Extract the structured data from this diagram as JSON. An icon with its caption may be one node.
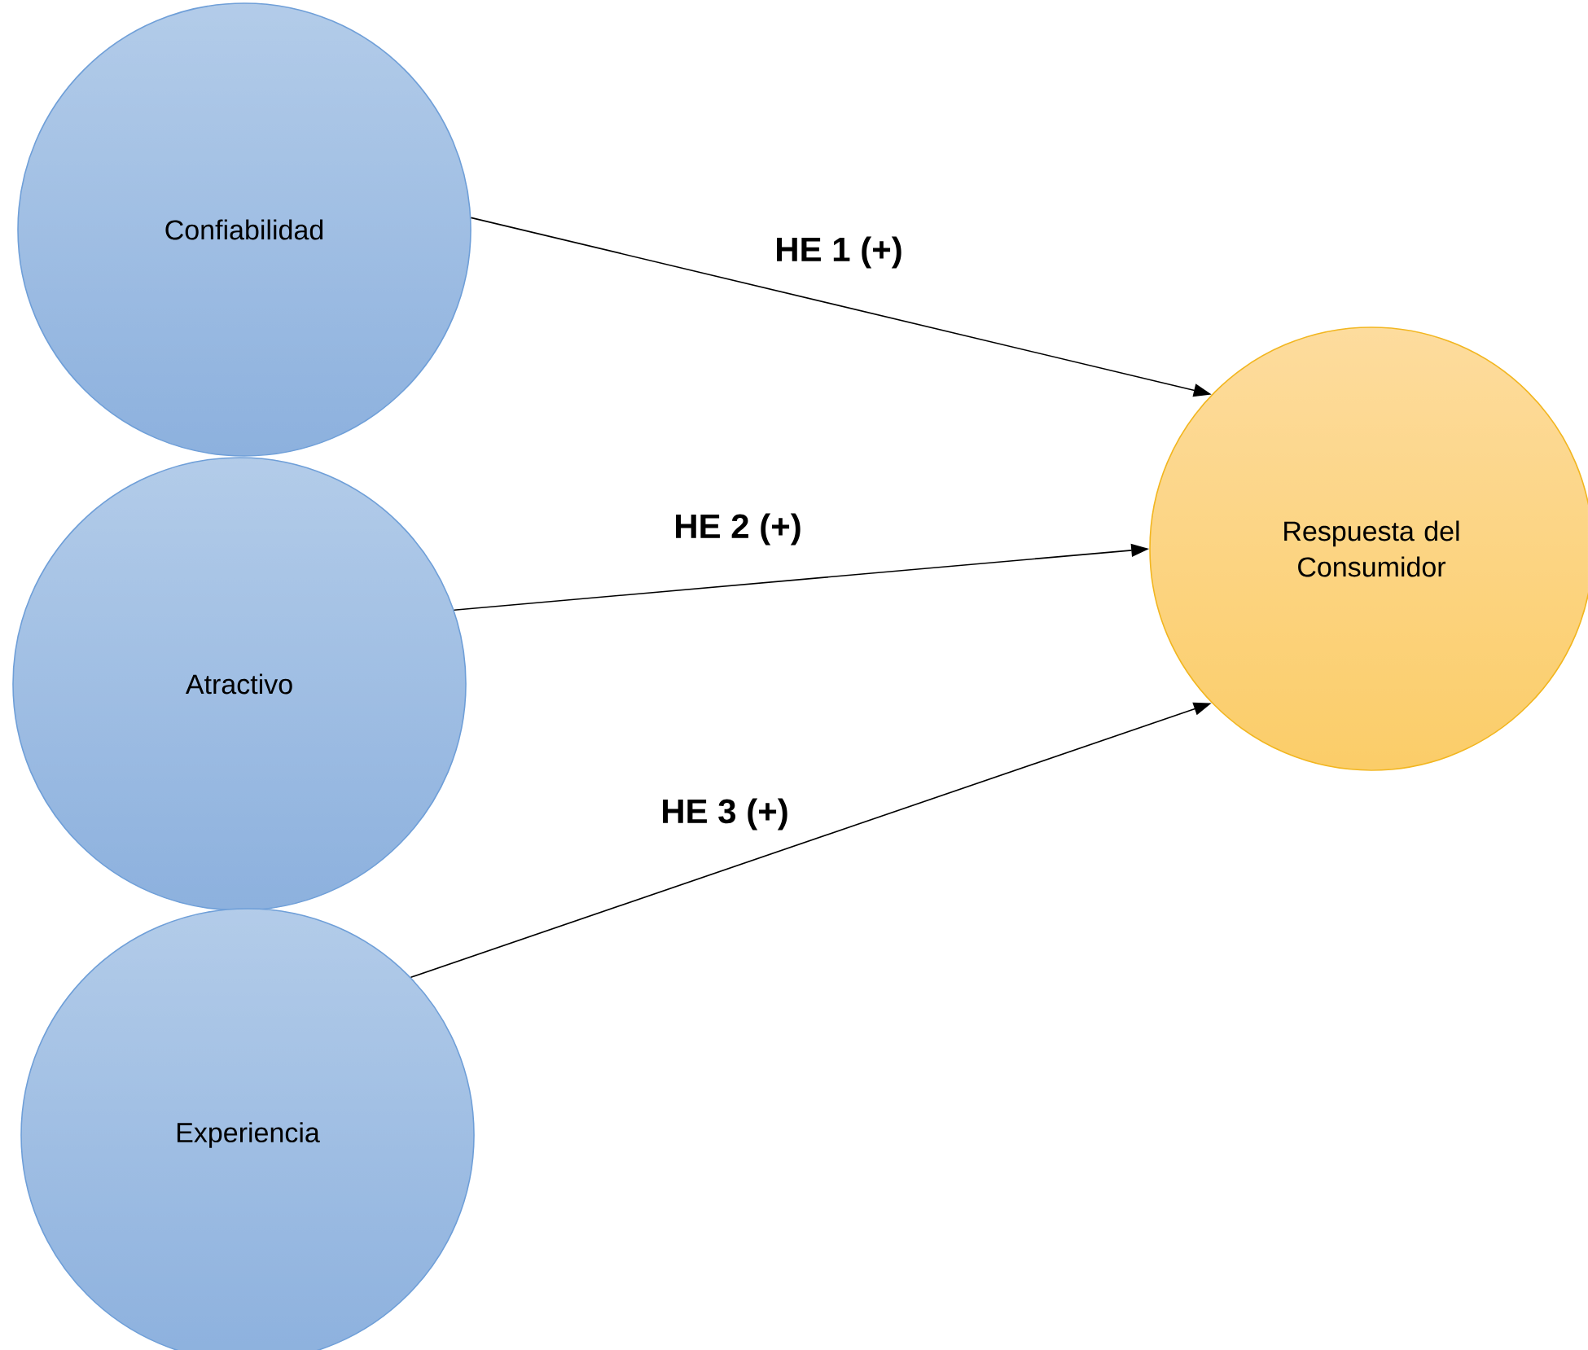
{
  "diagram": {
    "nodes": [
      {
        "text": [
          "Confiabilidad"
        ]
      },
      {
        "text": [
          "Atractivo"
        ]
      },
      {
        "text": [
          "Experiencia"
        ]
      },
      {
        "text": [
          "Respuesta del Consumidor"
        ]
      }
    ],
    "edges": [
      {
        "from": 0,
        "to": 3,
        "arrow": "to",
        "label": "HE 1 (+)"
      },
      {
        "from": 1,
        "to": 3,
        "arrow": "to",
        "label": "HE 2 (+)"
      },
      {
        "from": 2,
        "to": 3,
        "arrow": "to",
        "label": "HE 3 (+)"
      }
    ]
  }
}
